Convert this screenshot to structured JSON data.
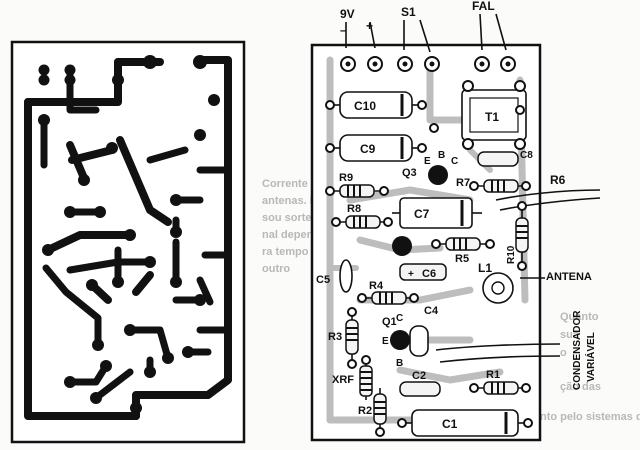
{
  "figure": {
    "labels": {
      "v9": "9V",
      "minus": "–",
      "plus": "+",
      "s1": "S1",
      "fal": "FAL",
      "c10": "C10",
      "c9": "C9",
      "t1": "T1",
      "c8": "C8",
      "e": "E",
      "b": "B",
      "c": "C",
      "q3": "Q3",
      "r9": "R9",
      "r7": "R7",
      "r6": "R6",
      "r8": "R8",
      "c7": "C7",
      "r10": "R10",
      "r5": "R5",
      "c6": "C6",
      "c5": "C5",
      "l1": "L1",
      "antena": "ANTENA",
      "r4": "R4",
      "c4": "C4",
      "q1": "Q1",
      "q1_c": "C",
      "q1_e": "E",
      "q1_b": "B",
      "r3": "R3",
      "condensador": "CONDENSADOR",
      "variavel": "VARIÁVEL",
      "xrf": "XRF",
      "c2": "C2",
      "r1": "R1",
      "r2": "R2",
      "c1": "C1"
    },
    "background_text": [
      "Corrente das pilhas são",
      "antenas. Nesta sala",
      "sou sorte com o que",
      "nal depende",
      "ra tempo",
      "outro",
      "Quanto",
      "sua",
      "o",
      "ção das",
      "nto pelo sistemas de"
    ]
  }
}
